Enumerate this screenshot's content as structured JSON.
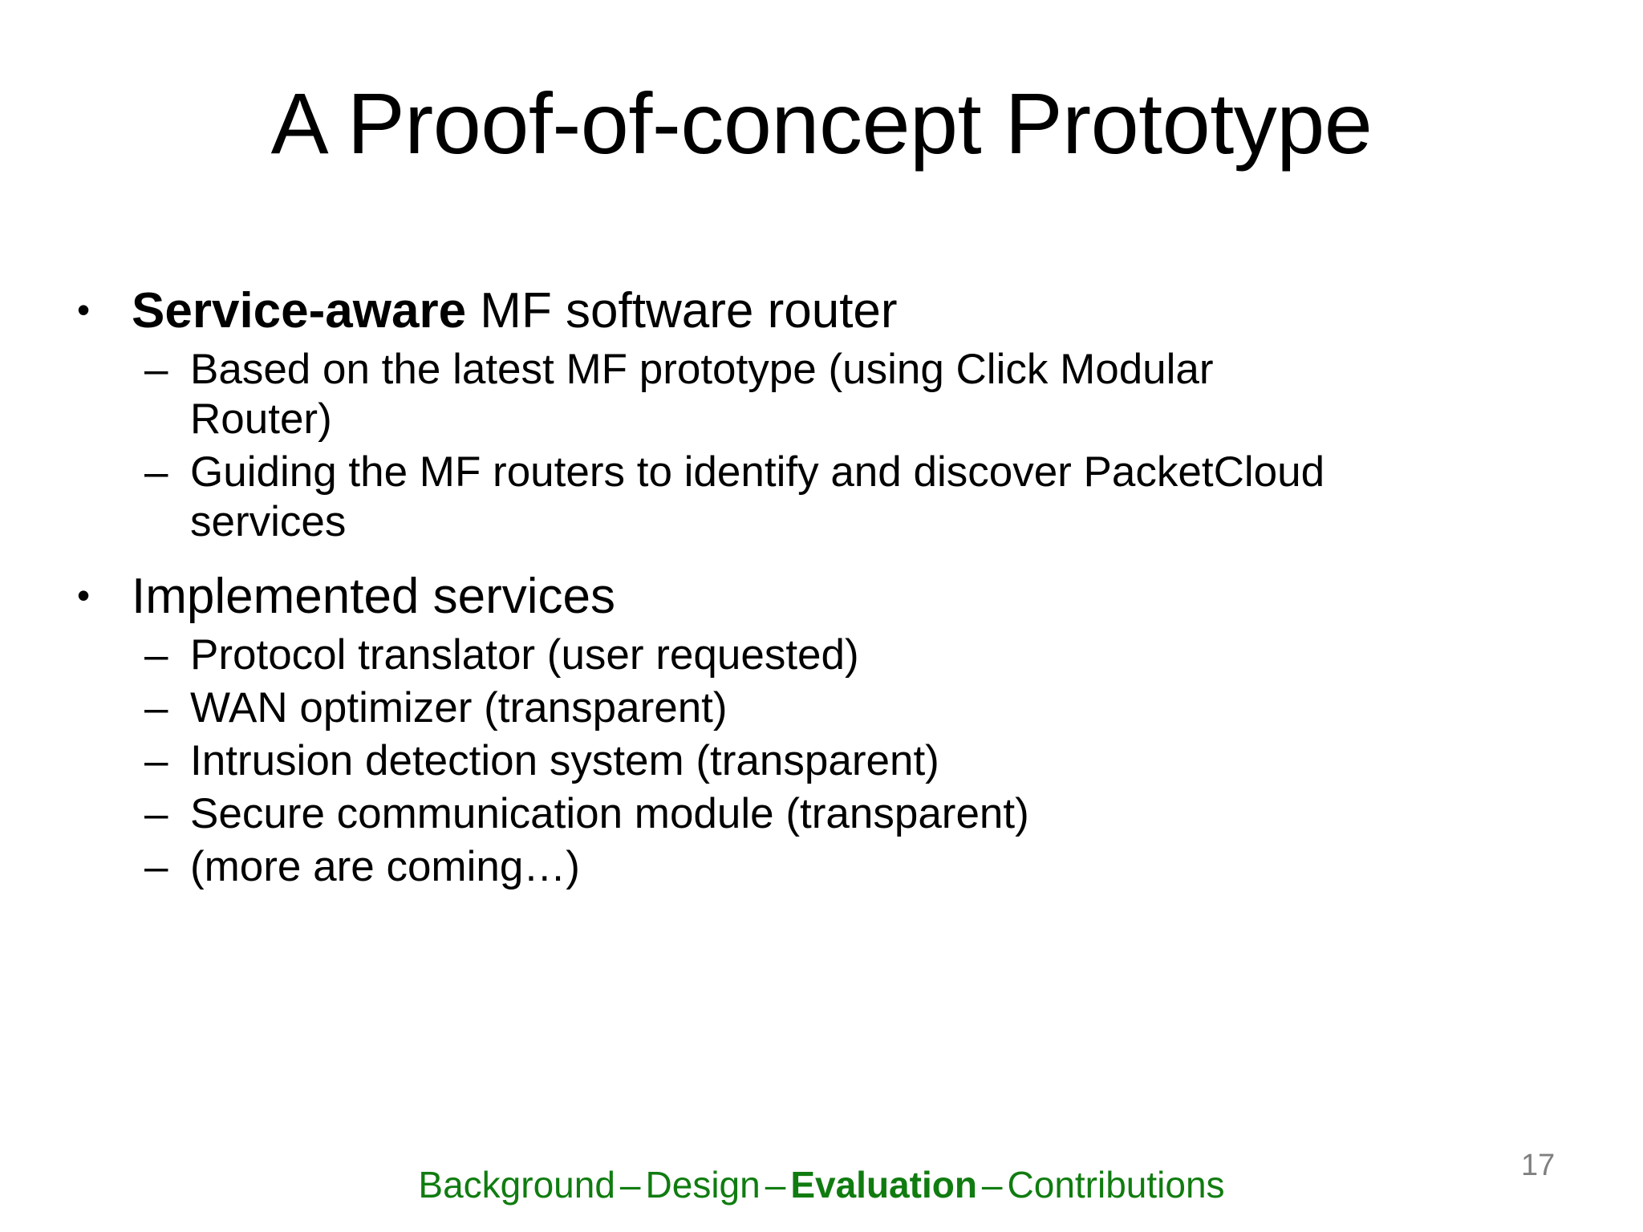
{
  "slide": {
    "title": "A Proof-of-concept Prototype",
    "page_number": "17",
    "background_color": "#ffffff",
    "text_color": "#000000",
    "accent_color": "#107c10",
    "page_number_color": "#808080"
  },
  "bullets": [
    {
      "level": 1,
      "marker": "•",
      "bold_prefix": "Service-aware",
      "rest": " MF software router",
      "text": "Service-aware MF software router"
    },
    {
      "level": 2,
      "marker": "–",
      "text": "Based on the latest MF prototype (using Click Modular Router)"
    },
    {
      "level": 2,
      "marker": "–",
      "text": "Guiding the MF routers to identify and discover PacketCloud services"
    },
    {
      "level": 1,
      "marker": "•",
      "bold_prefix": "",
      "rest": "Implemented services",
      "text": "Implemented services"
    },
    {
      "level": 2,
      "marker": "–",
      "text": "Protocol translator (user requested)"
    },
    {
      "level": 2,
      "marker": "–",
      "text": "WAN optimizer (transparent)"
    },
    {
      "level": 2,
      "marker": "–",
      "text": "Intrusion detection system (transparent)"
    },
    {
      "level": 2,
      "marker": "–",
      "text": "Secure communication module (transparent)"
    },
    {
      "level": 2,
      "marker": "–",
      "text": "(more are coming…)"
    }
  ],
  "footer": {
    "segments": [
      {
        "label": "Background",
        "active": false
      },
      {
        "label": "Design",
        "active": false
      },
      {
        "label": "Evaluation",
        "active": true
      },
      {
        "label": "Contributions",
        "active": false
      }
    ],
    "separator": "–",
    "full_text": "Background – Design – Evaluation – Contributions"
  }
}
